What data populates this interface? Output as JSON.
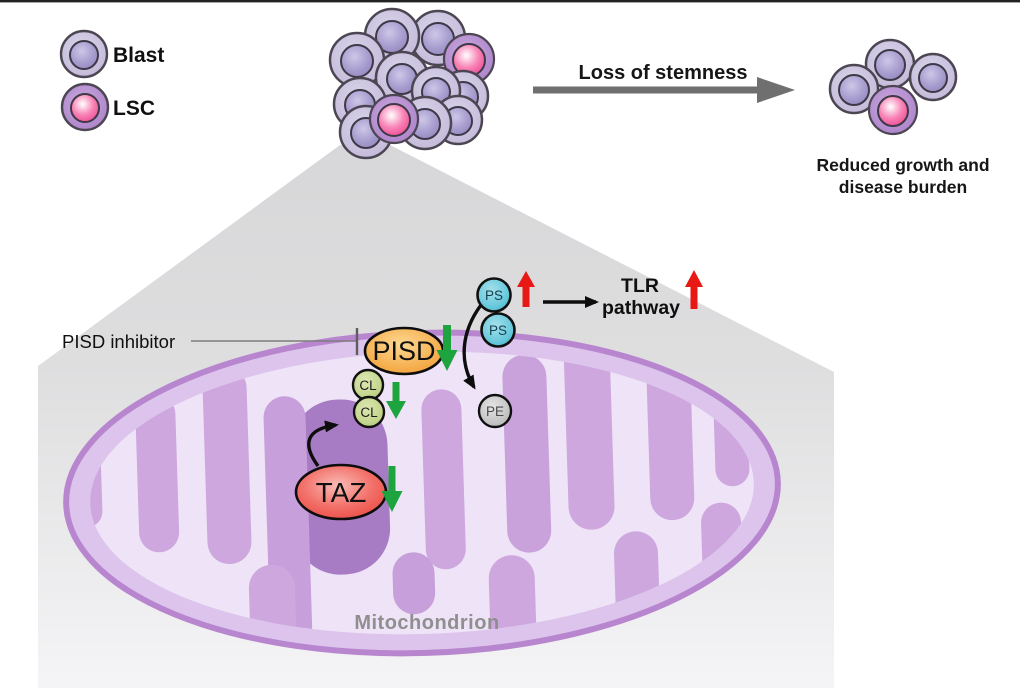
{
  "figure": {
    "type": "mechanism-schematic",
    "topic": "PISD inhibition in leukemia stem cells"
  },
  "legend": {
    "items": [
      {
        "id": "blast",
        "label": "Blast"
      },
      {
        "id": "lsc",
        "label": "LSC"
      }
    ]
  },
  "flow": {
    "arrow_label": "Loss of stemness",
    "outcome_line1": "Reduced growth and",
    "outcome_line2": "disease burden"
  },
  "clusters": {
    "primary": {
      "blast_cells": 10,
      "lsc_cells": 2
    },
    "reduced": {
      "blast_cells": 3,
      "lsc_cells": 1
    }
  },
  "labels": {
    "inhibitor": "PISD inhibitor",
    "tlr_line1": "TLR",
    "tlr_line2": "pathway",
    "mitochondrion": "Mitochondrion"
  },
  "nodes": {
    "pisd": "PISD",
    "taz": "TAZ",
    "cl": "CL",
    "ps": "PS",
    "pe": "PE"
  },
  "indicators": {
    "pisd": "decrease",
    "cl": "decrease",
    "taz": "decrease",
    "ps": "increase",
    "tlr_pathway": "increase"
  },
  "colors": {
    "accent_green": "#1ea43e",
    "accent_red": "#e81815",
    "arrow_black": "#0d0d0d",
    "gray_arrow": "#6f6f6f",
    "inhibitor_line": "#7d7d7d",
    "funnel_top": "#d7d7d9",
    "funnel_bottom": "#f5f4f6",
    "mito_membrane": "#dcc4ec",
    "mito_outline": "#b886cf",
    "mito_matrix": "#efe3f7",
    "cristae": "#cda7de",
    "cristae_dark": "#a87cc4",
    "pisd_fill": "#f5a83a",
    "taz_fill": "#ee4d45",
    "cl_fill": "#c3d58c",
    "ps_fill": "#62c5d9",
    "pe_fill": "#c2c2c2",
    "blast_outer": "#c6bdda",
    "blast_nucleus": "#978dc0",
    "lsc_outer": "#b38bca",
    "lsc_nucleus": "#ee3f8c",
    "label_gray": "#8f8f8f"
  }
}
